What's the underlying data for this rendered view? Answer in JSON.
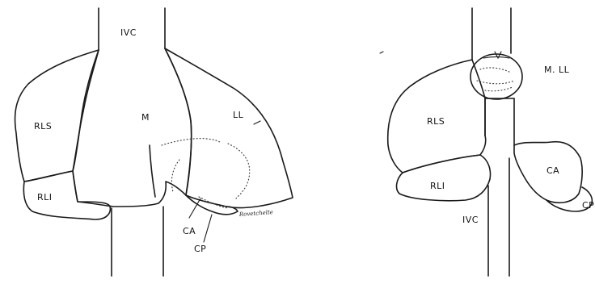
{
  "left_figure": {
    "labels": {
      "ivc": "IVC",
      "rls": "RLS",
      "m": "M",
      "ll": "LL",
      "rli": "RLI",
      "ca": "CA",
      "cp": "CP"
    },
    "signature": "Rovetchelte"
  },
  "right_figure": {
    "labels": {
      "mll": "M. LL",
      "rls": "RLS",
      "rli": "RLI",
      "ca": "CA",
      "cp": "CP",
      "ivc": "IVC"
    }
  }
}
